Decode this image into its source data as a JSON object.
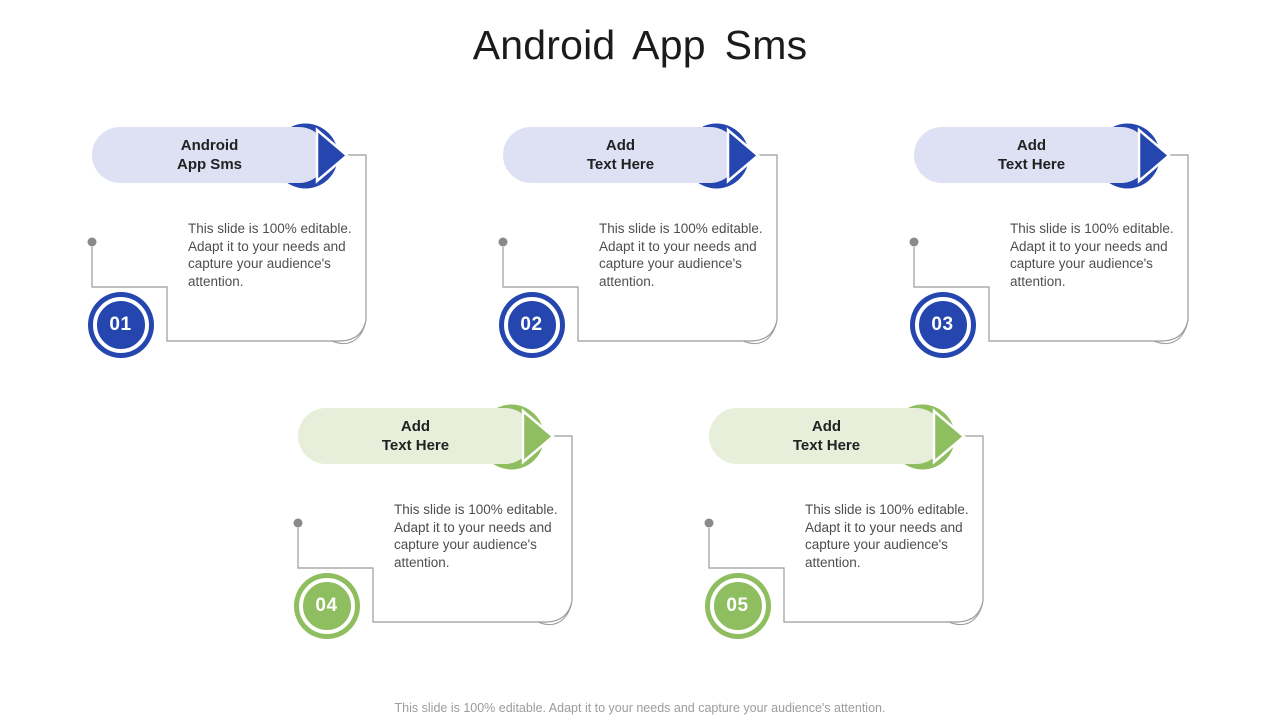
{
  "slide": {
    "title": "Android App Sms",
    "footer": "This slide is 100% editable. Adapt it to your needs and capture your audience's attention.",
    "colors": {
      "blue_accent": "#2546af",
      "blue_pill": "#dde1f3",
      "green_accent": "#8ebe5f",
      "green_pill": "#e7efdb",
      "outline_gray": "#9b9b9b",
      "title_text": "#1b1b1b",
      "body_text": "#4e4e4e",
      "footer_text": "#9c9c9c"
    },
    "cards": [
      {
        "number": "01",
        "theme": "blue",
        "title_line1": "Android",
        "title_line2": "App Sms",
        "body": "This slide is 100% editable. Adapt it to your needs and capture your audience's attention."
      },
      {
        "number": "02",
        "theme": "blue",
        "title_line1": "Add",
        "title_line2": "Text Here",
        "body": "This slide is 100% editable. Adapt it to your needs and capture your audience's attention."
      },
      {
        "number": "03",
        "theme": "blue",
        "title_line1": "Add",
        "title_line2": "Text Here",
        "body": "This slide is 100% editable. Adapt it to your needs and capture your audience's attention."
      },
      {
        "number": "04",
        "theme": "green",
        "title_line1": "Add",
        "title_line2": "Text Here",
        "body": "This slide is 100% editable. Adapt it to your needs and capture your audience's attention."
      },
      {
        "number": "05",
        "theme": "green",
        "title_line1": "Add",
        "title_line2": "Text Here",
        "body": "This slide is 100% editable. Adapt it to your needs and capture your audience's attention."
      }
    ]
  }
}
